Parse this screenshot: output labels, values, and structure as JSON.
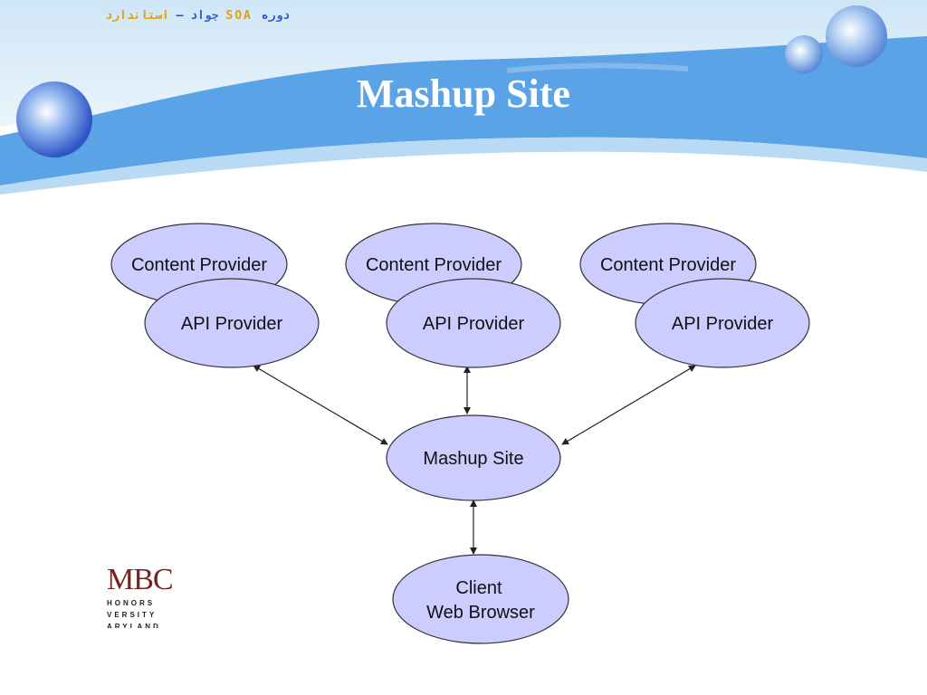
{
  "header": {
    "course_text_part1": "دوره",
    "course_text_soa": "SOA",
    "course_text_part2": "استاندارد",
    "course_text_dash": "–",
    "course_text_author": "جواد"
  },
  "slide": {
    "title": "Mashup Site"
  },
  "diagram": {
    "providers": [
      {
        "content": "Content Provider",
        "api": "API Provider"
      },
      {
        "content": "Content Provider",
        "api": "API Provider"
      },
      {
        "content": "Content Provider",
        "api": "API Provider"
      }
    ],
    "mashup": "Mashup Site",
    "client_line1": "Client",
    "client_line2": "Web Browser"
  },
  "logo": {
    "mark": "MBC",
    "line1": "HONORS",
    "line2": "VERSITY",
    "line3": "ARYLAND"
  },
  "colors": {
    "banner_blue": "#5aa3e6",
    "node_fill": "#ccccff",
    "node_stroke": "#333333",
    "title_white": "#ffffff"
  }
}
